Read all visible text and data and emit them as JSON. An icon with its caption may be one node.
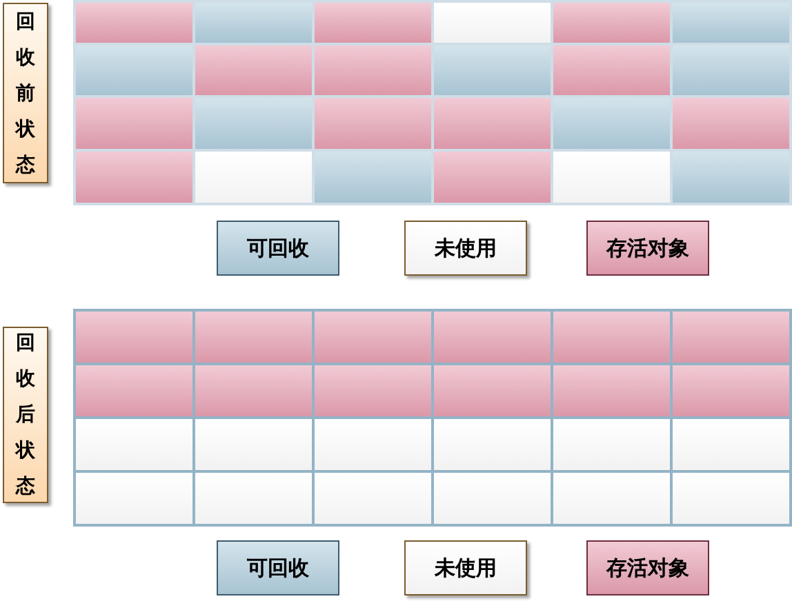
{
  "diagram": {
    "nodes": [
      {
        "text": [
          "回收前状态"
        ]
      },
      {
        "text": [
          "回收后状态"
        ]
      }
    ],
    "legend": [
      {
        "text": "可回收",
        "color": "#b0cddd"
      },
      {
        "text": "未使用",
        "color": "#ffffff"
      },
      {
        "text": "存活对象",
        "color": "#e6a0b2"
      },
      {
        "text": "可回收",
        "color": "#b0cddd"
      },
      {
        "text": "未使用",
        "color": "#ffffff"
      },
      {
        "text": "存活对象",
        "color": "#e6a0b2"
      }
    ]
  }
}
